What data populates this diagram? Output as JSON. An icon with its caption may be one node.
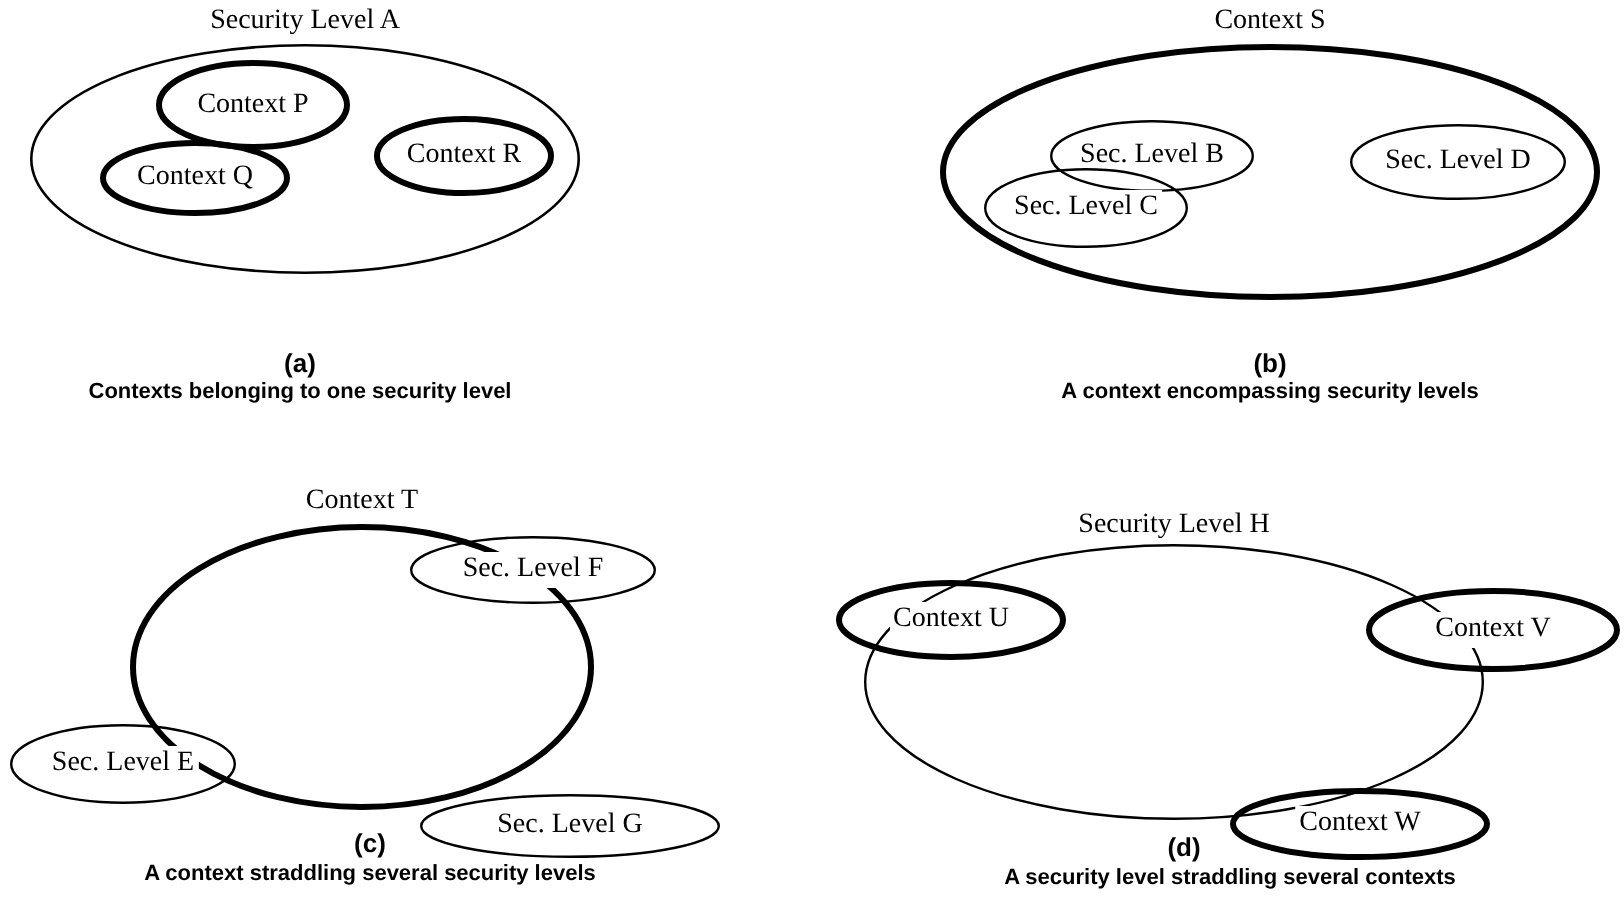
{
  "diagram": {
    "nodes": [
      {
        "text": [
          "Security Level A"
        ]
      },
      {
        "text": [
          "Context P"
        ],
        "in": 0
      },
      {
        "text": [
          "Context Q"
        ],
        "in": 0
      },
      {
        "text": [
          "Context R"
        ],
        "in": 0
      },
      {
        "text": [
          "Context S"
        ]
      },
      {
        "text": [
          "Sec. Level B"
        ],
        "in": 4
      },
      {
        "text": [
          "Sec. Level D"
        ],
        "in": 4
      },
      {
        "text": [
          "Sec. Level C"
        ],
        "in": 4
      },
      {
        "text": [
          "Context T"
        ]
      },
      {
        "text": [
          "Sec. Level F"
        ]
      },
      {
        "text": [
          "Sec. Level E"
        ]
      },
      {
        "text": [
          "Sec. Level G"
        ]
      },
      {
        "text": [
          "Security Level H"
        ]
      },
      {
        "text": [
          "Context U"
        ]
      },
      {
        "text": [
          "Context V"
        ]
      },
      {
        "text": [
          "Context W"
        ]
      }
    ],
    "labels": [
      "(a)",
      "Contexts belonging to one security level",
      "(b)",
      "A context encompassing security levels",
      "(c)",
      "A context straddling several security levels",
      "(d)",
      "A security level straddling several contexts"
    ]
  }
}
